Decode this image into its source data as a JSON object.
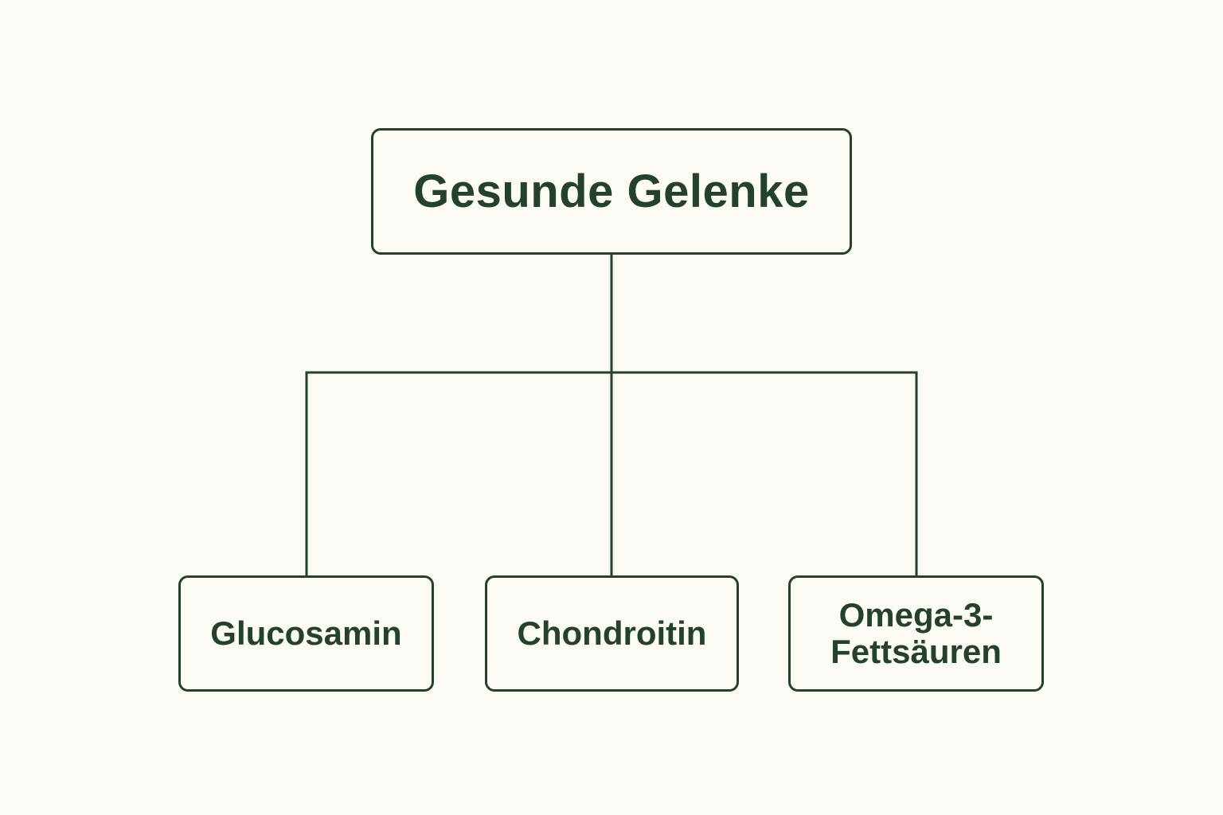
{
  "diagram": {
    "root": {
      "label": "Gesunde Gelenke"
    },
    "children": [
      {
        "label": "Glucosamin"
      },
      {
        "label": "Chondroitin"
      },
      {
        "label": "Omega-3-Fettsäuren"
      }
    ]
  },
  "colors": {
    "background": "#fbfaf5",
    "line": "#24402f",
    "text": "#24402f"
  }
}
